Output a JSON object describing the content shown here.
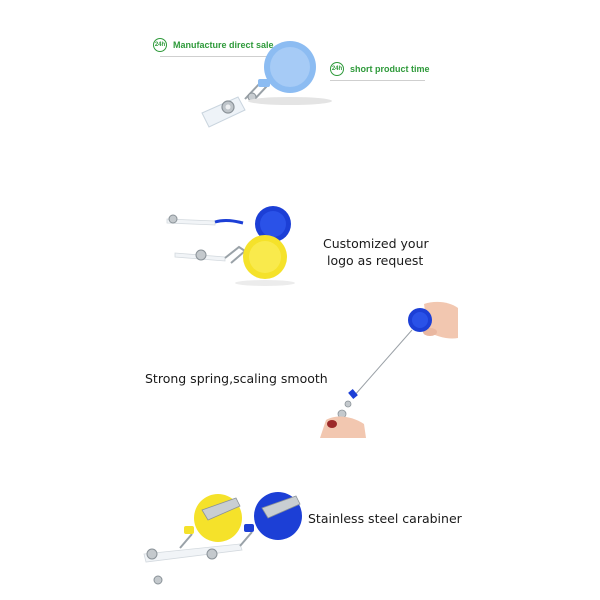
{
  "panel1": {
    "tag_left": {
      "badge": "24h",
      "text": "Manufacture direct sale"
    },
    "tag_right": {
      "badge": "24h",
      "text": "short product time"
    }
  },
  "panel2": {
    "caption_line1": "Customized your",
    "caption_line2": "logo as request"
  },
  "panel3": {
    "caption": "Strong spring,scaling smooth"
  },
  "panel4": {
    "caption": "Stainless steel carabiner"
  },
  "colors": {
    "light_blue": "#8cbcf2",
    "royal_blue": "#1c3fd6",
    "yellow": "#f5e22a",
    "tag_green": "#2e9a3a"
  }
}
